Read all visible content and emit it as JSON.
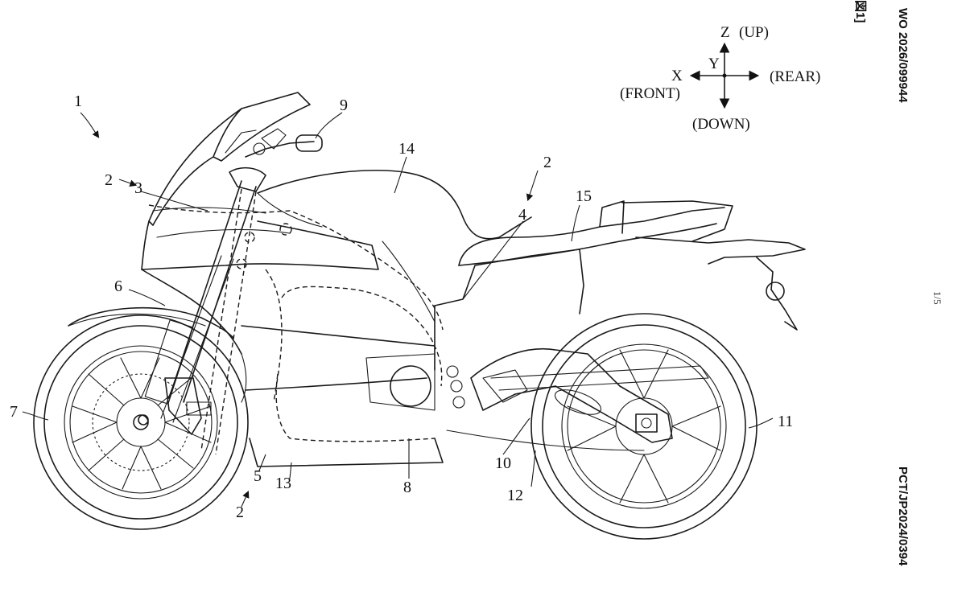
{
  "header": {
    "pub_number": "WO 2026/099944",
    "app_number": "PCT/JP2024/0394",
    "figure_label": "図1]",
    "page_indicator": "1/5"
  },
  "axes_legend": {
    "z_label": "Z",
    "up_label": "(UP)",
    "y_label": "Y",
    "x_label": "X",
    "front_label": "(FRONT)",
    "rear_label": "(REAR)",
    "down_label": "(DOWN)"
  },
  "reference_numerals": {
    "n1": "1",
    "n2_front": "2",
    "n3": "3",
    "n2_mid": "2",
    "n4": "4",
    "n5": "5",
    "n2_bottom": "2",
    "n6": "6",
    "n7": "7",
    "n8": "8",
    "n9": "9",
    "n10": "10",
    "n11": "11",
    "n12": "12",
    "n13": "13",
    "n14": "14",
    "n15": "15"
  }
}
